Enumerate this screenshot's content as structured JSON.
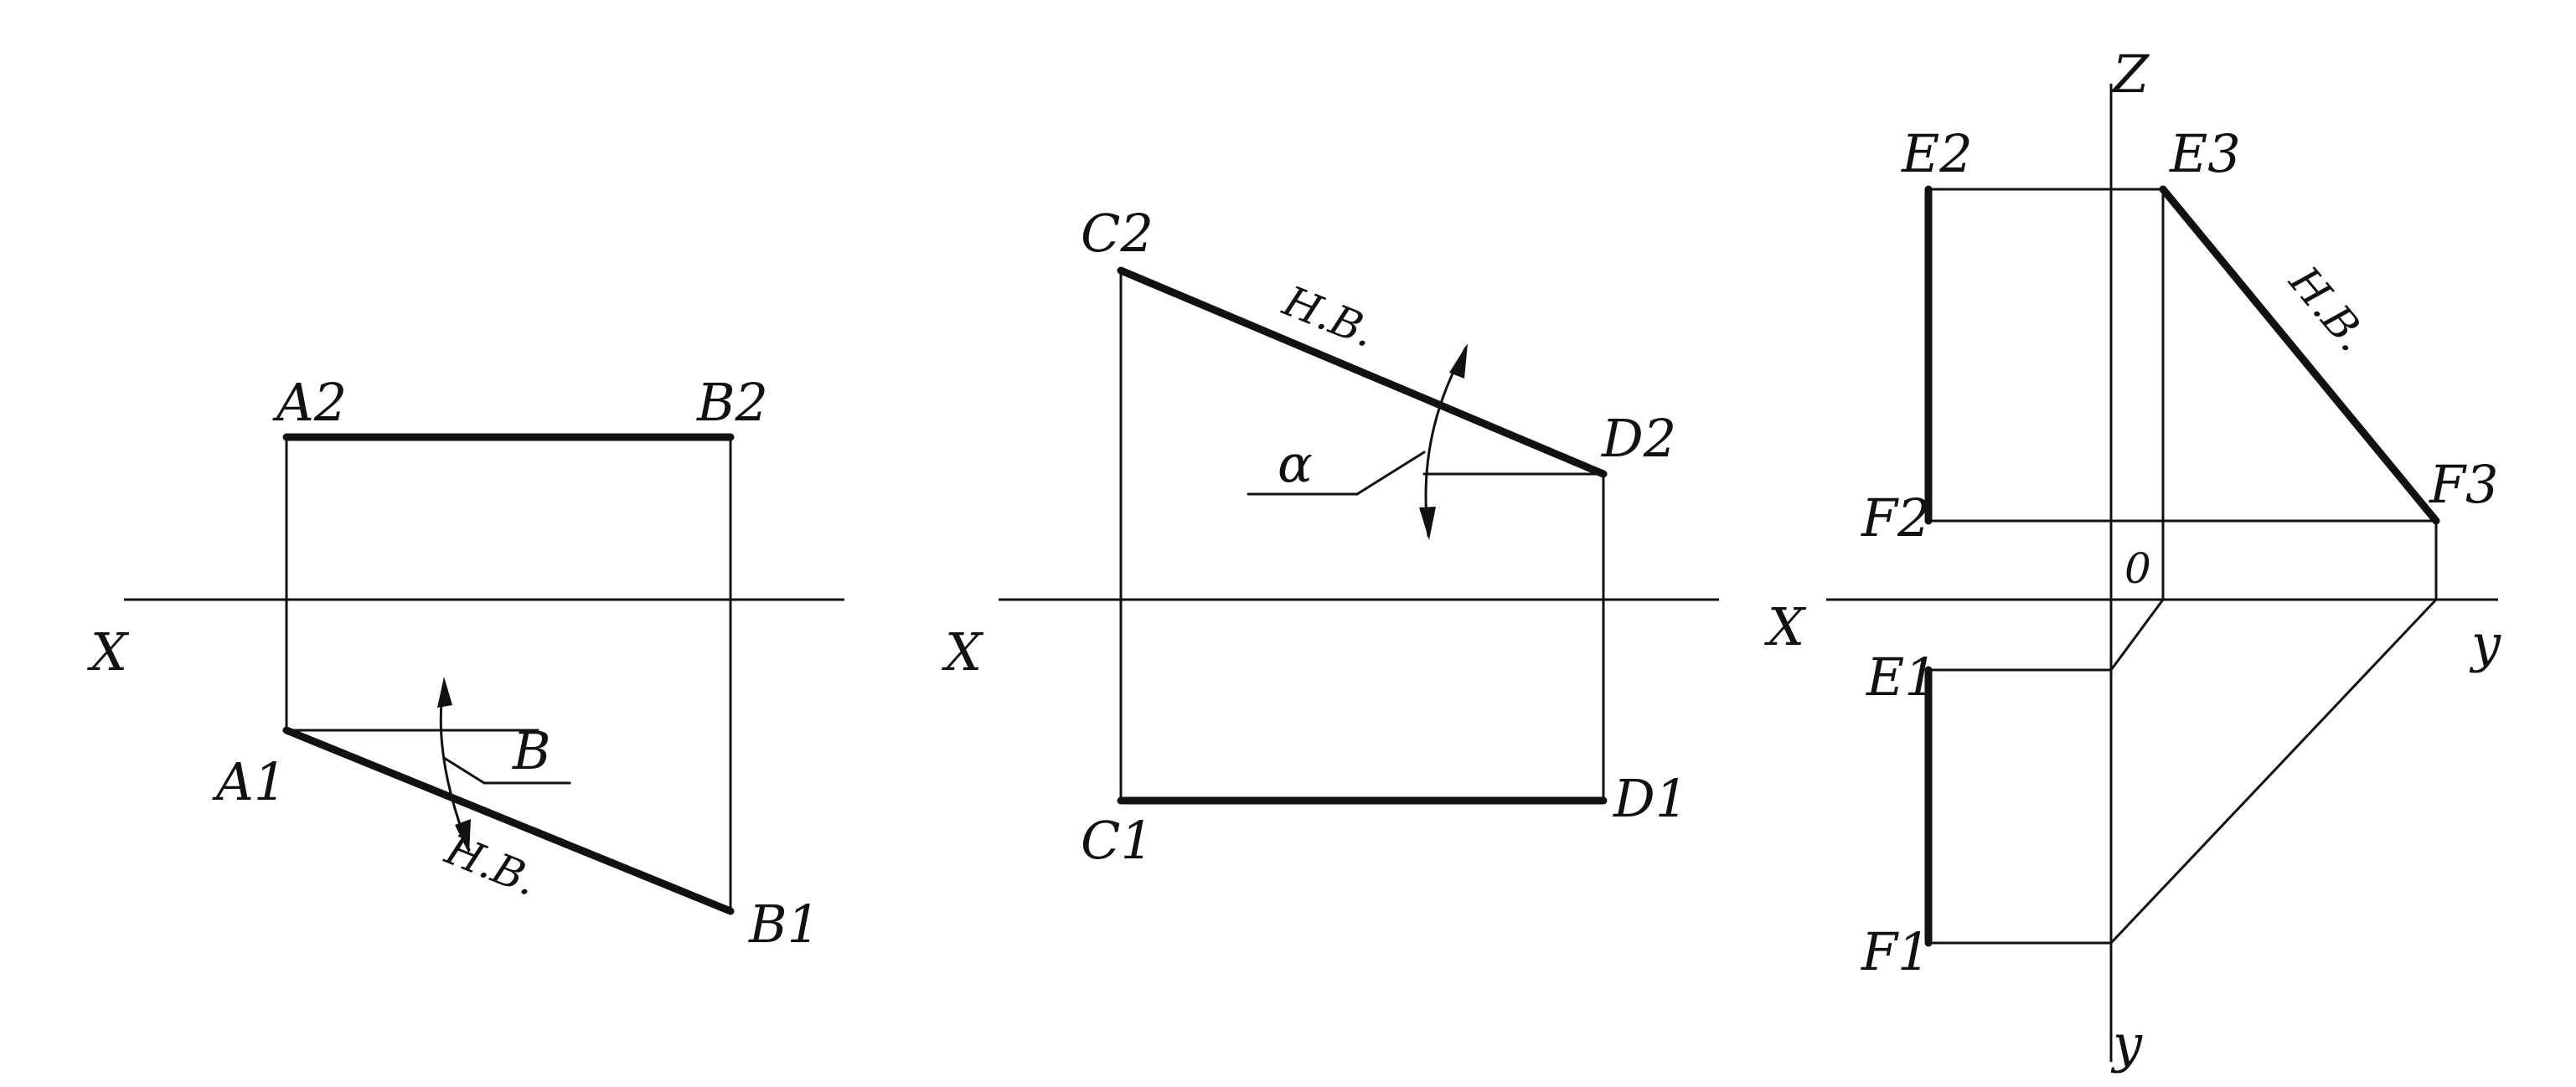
{
  "figure1": {
    "axis_label": "X",
    "point_a2": "A2",
    "point_b2": "B2",
    "point_a1": "A1",
    "point_b1": "B1",
    "angle_label": "B",
    "true_length_label": "H.B."
  },
  "figure2": {
    "axis_label": "X",
    "point_c2": "C2",
    "point_d2": "D2",
    "point_c1": "C1",
    "point_d1": "D1",
    "angle_label": "α",
    "true_length_label": "H.B."
  },
  "figure3": {
    "axis_x_label": "X",
    "axis_y_label": "y",
    "axis_z_label": "Z",
    "axis_y_lower_label": "y",
    "origin_label": "0",
    "point_e2": "E2",
    "point_e3": "E3",
    "point_f2": "F2",
    "point_f3": "F3",
    "point_e1": "E1",
    "point_f1": "F1",
    "true_length_label": "H.B."
  }
}
